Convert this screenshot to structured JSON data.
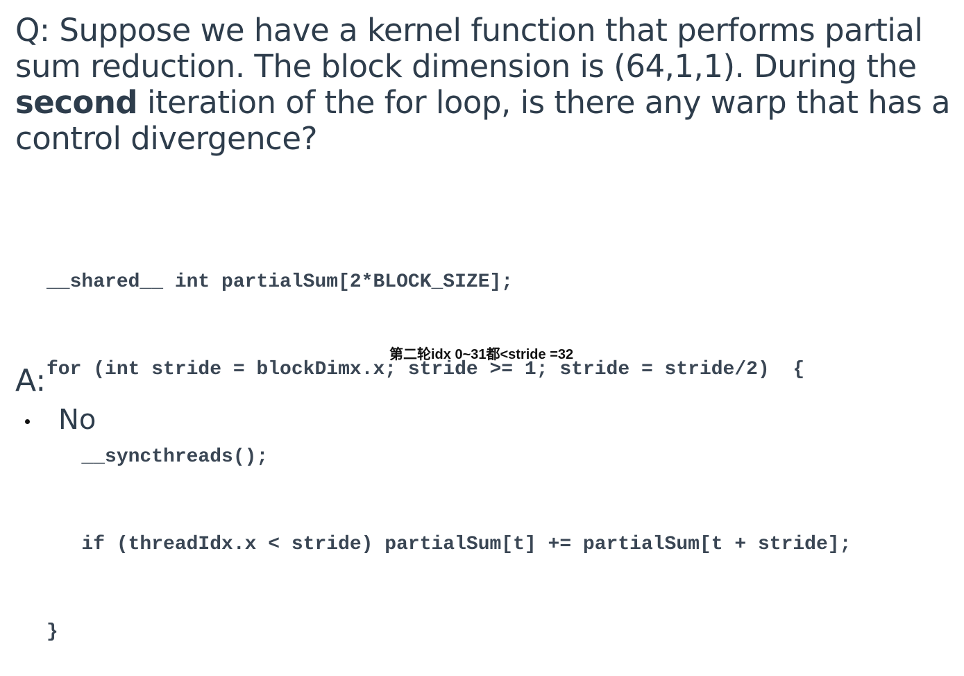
{
  "question": {
    "part1": "Q: Suppose we have a kernel function that performs partial sum reduction. The block dimension is (64,1,1). During the ",
    "emphasis": "second",
    "part2": " iteration of the for loop, is there any warp that has a control divergence?"
  },
  "code": {
    "lines": [
      "__shared__ int partialSum[2*BLOCK_SIZE];",
      "for (int stride = blockDimx.x; stride >= 1; stride = stride/2)  {",
      "   __syncthreads();",
      "   if (threadIdx.x < stride) partialSum[t] += partialSum[t + stride];",
      "}"
    ]
  },
  "annotation": "第二轮idx 0~31都<stride =32",
  "answer": {
    "label": "A:",
    "items": [
      "No"
    ]
  }
}
